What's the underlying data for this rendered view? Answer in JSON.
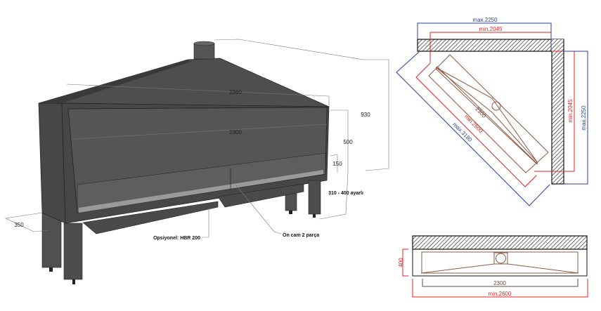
{
  "perspective_view": {
    "dimensions": {
      "overall_width": "2360",
      "glass_width": "2300",
      "total_height": "930",
      "glass_height": "500",
      "lower_panel_height": "150",
      "leg_height": "310 - 400 ayarlı",
      "depth": "350"
    },
    "callouts": {
      "optional_burner": "Opsiyonel: HBR 200",
      "front_glass": "Ön cam 2 parça"
    }
  },
  "corner_plan": {
    "max_wall_top": "max.2250",
    "min_wall_top": "min.2045",
    "max_wall_right": "max.2250",
    "min_wall_right": "min.2045",
    "unit_width": "2300",
    "min_diagonal": "min.2600",
    "max_diagonal": "max.3180"
  },
  "front_plan": {
    "depth": "400",
    "unit_width": "2300",
    "min_wall": "min.2600"
  },
  "colors": {
    "red": "#e02020",
    "blue": "#2a3f9a",
    "body": "#4a4a4a",
    "outline_brown": "#8a5a44"
  }
}
